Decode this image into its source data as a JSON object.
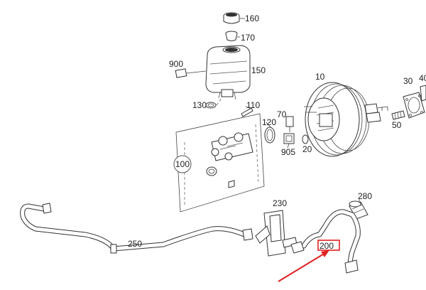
{
  "labels": {
    "p160": "160",
    "p170": "170",
    "p150": "150",
    "p900": "900",
    "p130": "130",
    "p110": "110",
    "p120": "120",
    "p100": "100",
    "p70": "70",
    "p905": "905",
    "p20": "20",
    "p10": "10",
    "p30": "30",
    "p40": "40",
    "p50": "50",
    "p280": "280",
    "p230": "230",
    "p250": "250",
    "p200": "200"
  },
  "colors": {
    "highlight": "#e02020",
    "line": "#333333"
  }
}
